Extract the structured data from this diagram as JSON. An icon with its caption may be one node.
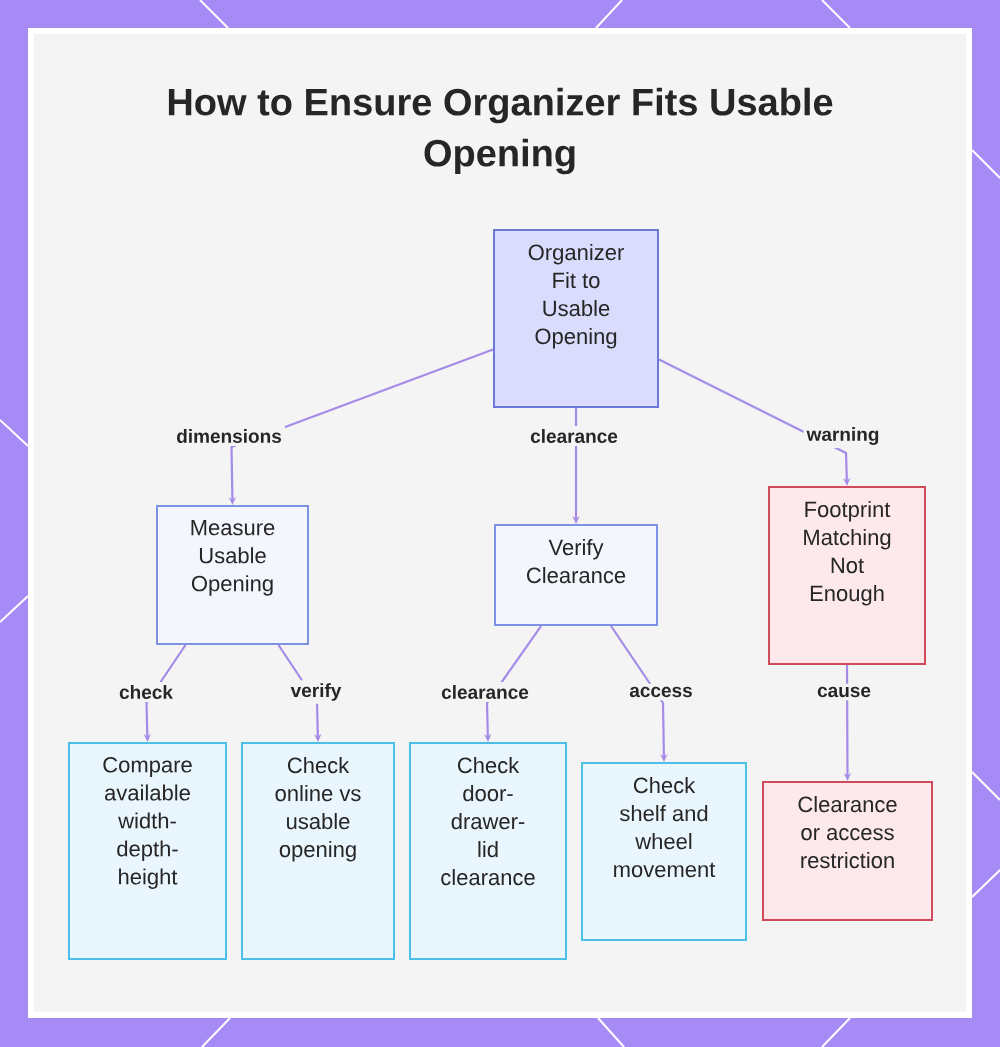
{
  "diagram": {
    "title": "How to Ensure Organizer Fits Usable Opening",
    "nodes": [
      {
        "text": [
          "Organizer Fit to Usable Opening"
        ]
      },
      {
        "text": [
          "Measure Usable Opening"
        ]
      },
      {
        "text": [
          "Verify Clearance"
        ]
      },
      {
        "text": [
          "Footprint Matching Not Enough"
        ]
      },
      {
        "text": [
          "Compare available width-depth-height"
        ]
      },
      {
        "text": [
          "Check online vs usable opening"
        ]
      },
      {
        "text": [
          "Check door-drawer-lid clearance"
        ]
      },
      {
        "text": [
          "Check shelf and wheel movement"
        ]
      },
      {
        "text": [
          "Clearance or access restriction"
        ]
      }
    ],
    "edges": [
      {
        "from": 0,
        "to": 1,
        "arrow": "to",
        "label": "dimensions"
      },
      {
        "from": 0,
        "to": 2,
        "arrow": "to",
        "label": "clearance"
      },
      {
        "from": 0,
        "to": 3,
        "arrow": "to",
        "label": "warning"
      },
      {
        "from": 1,
        "to": 4,
        "arrow": "to",
        "label": "check"
      },
      {
        "from": 1,
        "to": 5,
        "arrow": "to",
        "label": "verify"
      },
      {
        "from": 2,
        "to": 6,
        "arrow": "to",
        "label": "clearance"
      },
      {
        "from": 2,
        "to": 7,
        "arrow": "to",
        "label": "access"
      },
      {
        "from": 3,
        "to": 8,
        "arrow": "to",
        "label": "cause"
      }
    ]
  }
}
